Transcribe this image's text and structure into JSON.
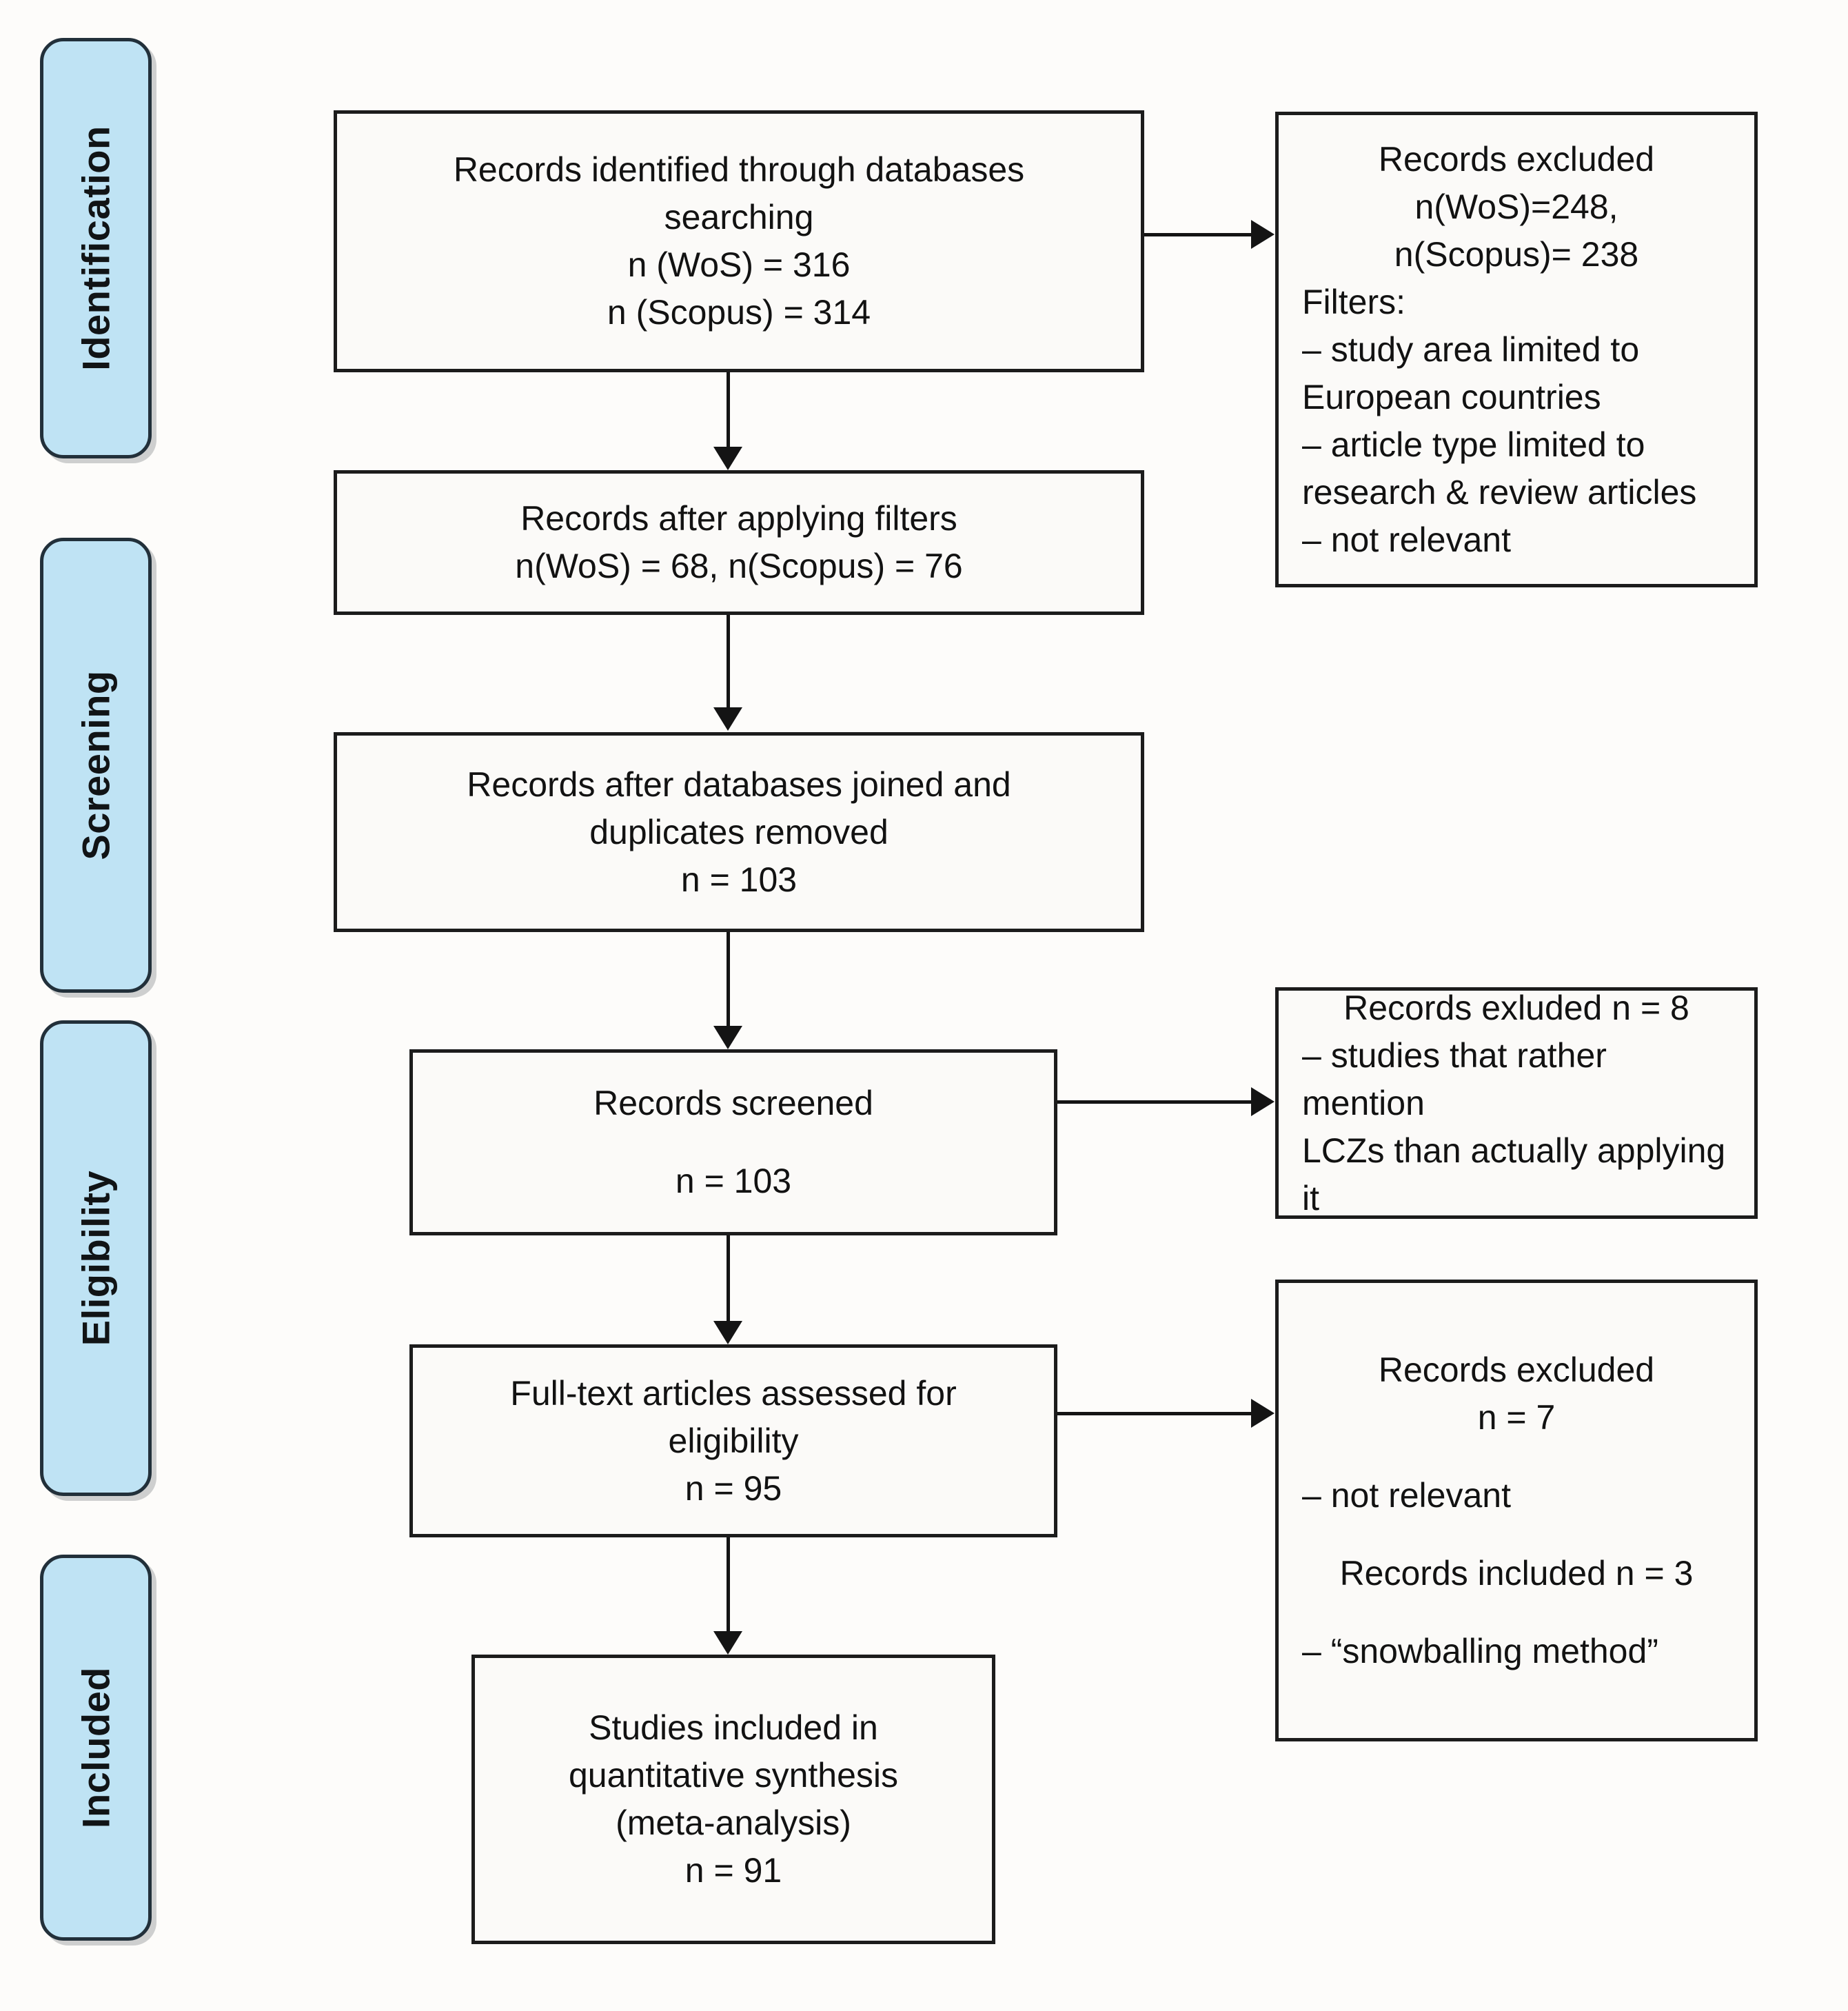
{
  "diagram": {
    "title": "PRISMA flow diagram of the literature selection process",
    "accent_color": "#bfe3f4",
    "line_color": "#141414",
    "box_border_color": "#1c1c1c",
    "background_color": "#fdfcfa"
  },
  "stages": [
    {
      "label": "Identification"
    },
    {
      "label": "Screening"
    },
    {
      "label": "Eligibility"
    },
    {
      "label": "Included"
    }
  ],
  "flow_boxes": [
    {
      "id": "records-identified",
      "lines": [
        "Records identified through databases",
        "searching",
        "n (WoS) =  316",
        "n (Scopus) = 314"
      ]
    },
    {
      "id": "records-after-filters",
      "lines": [
        "Records after applying filters",
        "n(WoS) =  68, n(Scopus) = 76"
      ]
    },
    {
      "id": "records-after-dedup",
      "lines": [
        "Records after databases joined and",
        "duplicates removed",
        "n = 103"
      ]
    },
    {
      "id": "records-screened",
      "lines": [
        "Records screened",
        "n = 103"
      ]
    },
    {
      "id": "fulltext-assessed",
      "lines": [
        "Full-text articles assessed for",
        "eligibility",
        "n = 95"
      ]
    },
    {
      "id": "studies-included",
      "lines": [
        "Studies included in",
        "quantitative synthesis",
        "(meta-analysis)",
        "n =  91"
      ]
    }
  ],
  "exclusion_boxes": [
    {
      "id": "excluded-identification",
      "heading_lines": [
        "Records excluded",
        "n(WoS)=248,",
        "n(Scopus)= 238"
      ],
      "body_lines": [
        "Filters:",
        "– study area limited to",
        "European countries",
        "– article type limited to",
        "research & review articles",
        "– not relevant"
      ]
    },
    {
      "id": "excluded-screening",
      "heading_lines": [
        "Records exluded n = 8"
      ],
      "body_lines": [
        "– studies that rather mention",
        "LCZs than actually applying it"
      ]
    },
    {
      "id": "excluded-eligibility",
      "heading_lines": [
        "Records excluded",
        "n = 7"
      ],
      "body_lines": [
        "– not relevant"
      ],
      "secondary_heading_lines": [
        "Records included n = 3"
      ],
      "secondary_body_lines": [
        "– “snowballing method”"
      ]
    }
  ]
}
